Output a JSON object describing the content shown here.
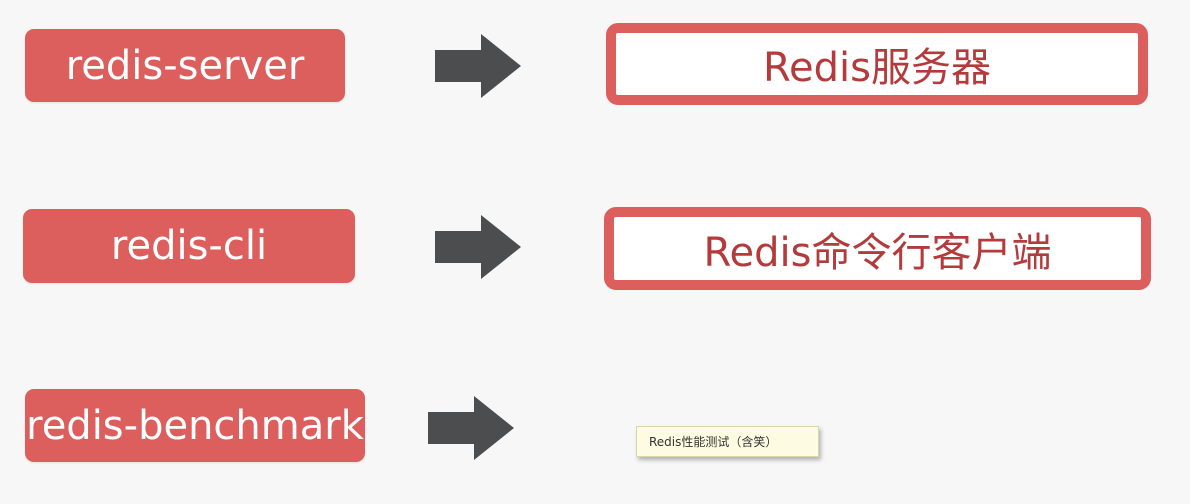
{
  "rows": [
    {
      "command": "redis-server",
      "description": "Redis服务器"
    },
    {
      "command": "redis-cli",
      "description": "Redis命令行客户端"
    },
    {
      "command": "redis-benchmark",
      "description": ""
    }
  ],
  "tooltip": {
    "text": "Redis性能测试（含笑）"
  },
  "colors": {
    "accent": "#dc5f5d",
    "accent_text": "#b53a3b",
    "arrow": "#4b4d4f",
    "tooltip_bg": "#fdfbe1"
  },
  "icons": [
    "arrow-right-icon"
  ]
}
